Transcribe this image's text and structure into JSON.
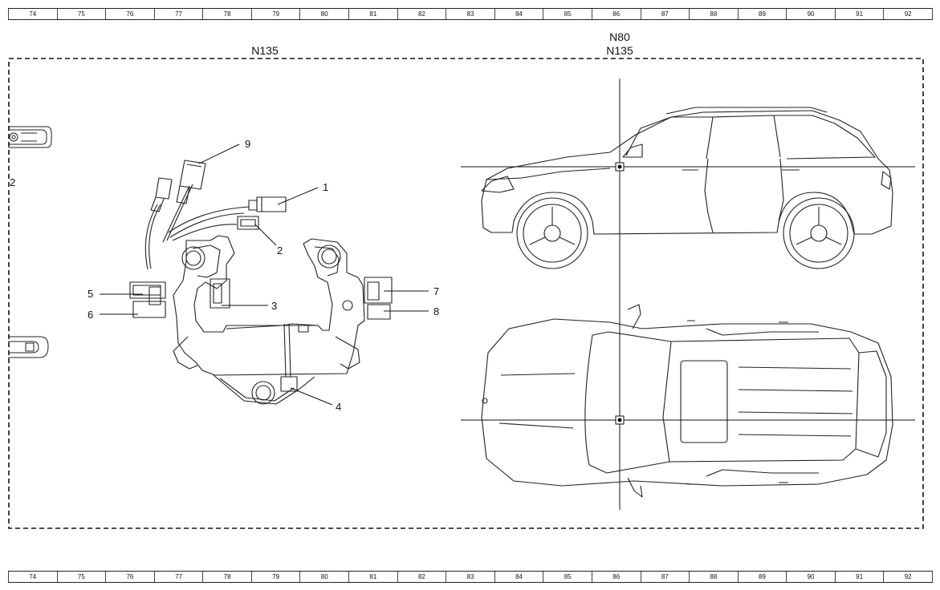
{
  "ruler": {
    "ticks": [
      "74",
      "75",
      "76",
      "77",
      "78",
      "79",
      "80",
      "81",
      "82",
      "83",
      "84",
      "85",
      "86",
      "87",
      "88",
      "89",
      "90",
      "91",
      "92"
    ]
  },
  "location_labels": {
    "left": "N135",
    "right_line1": "N80",
    "right_line2": "N135"
  },
  "side_marker": "2",
  "callouts": [
    "1",
    "2",
    "3",
    "4",
    "5",
    "6",
    "7",
    "8",
    "9"
  ]
}
